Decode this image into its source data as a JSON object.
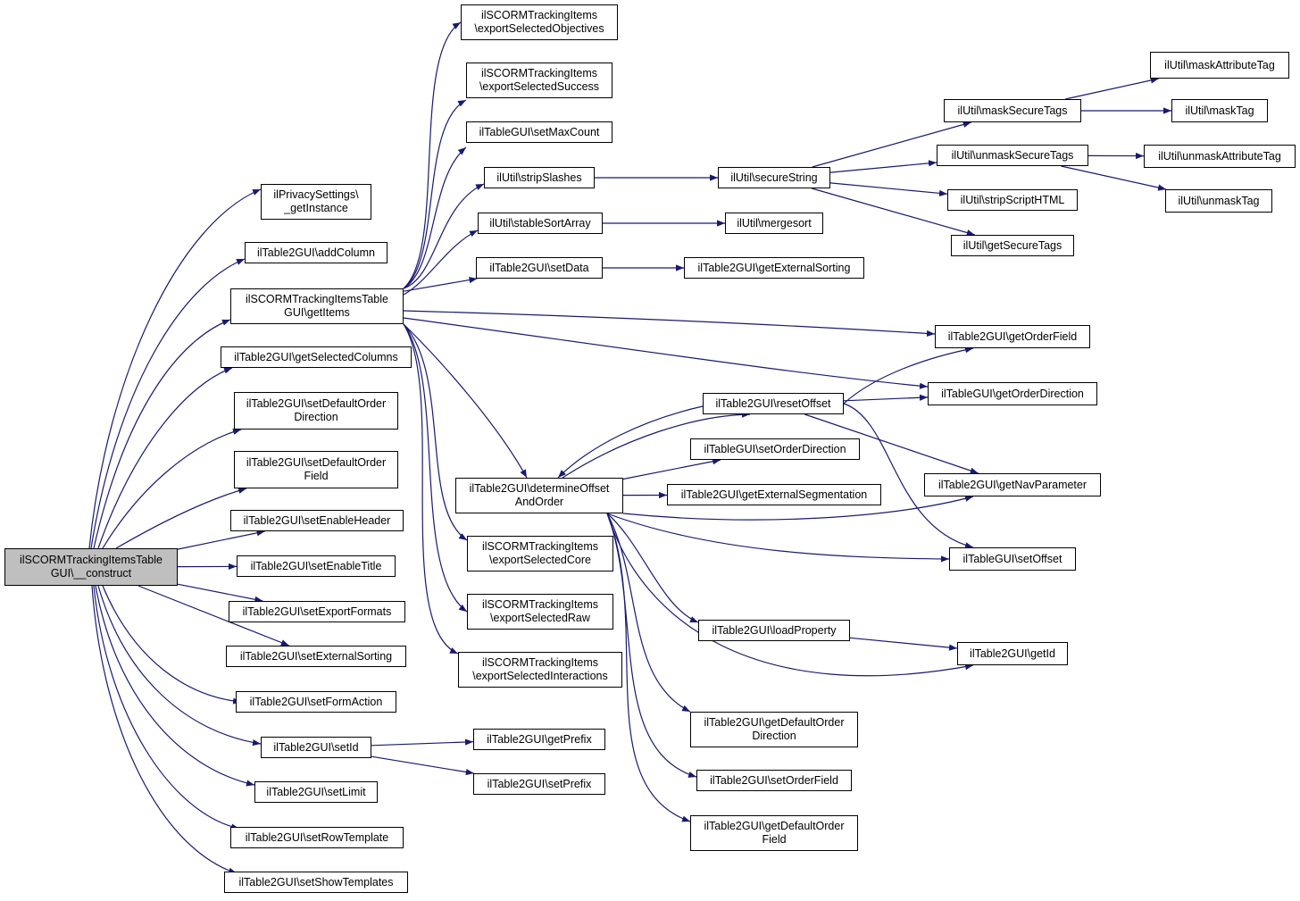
{
  "colors": {
    "edge": "#191970",
    "node_border": "#000000",
    "node_fill": "#ffffff",
    "root_fill": "#bfbfbf"
  },
  "nodes": [
    {
      "id": "construct",
      "label": "ilSCORMTrackingItemsTable\nGUI\\__construct",
      "root": true
    },
    {
      "id": "getInstance",
      "label": "ilPrivacySettings\\\n_getInstance"
    },
    {
      "id": "addColumn",
      "label": "ilTable2GUI\\addColumn"
    },
    {
      "id": "getItems",
      "label": "ilSCORMTrackingItemsTable\nGUI\\getItems"
    },
    {
      "id": "getSelectedColumns",
      "label": "ilTable2GUI\\getSelectedColumns"
    },
    {
      "id": "setDefaultOrderDirection",
      "label": "ilTable2GUI\\setDefaultOrder\nDirection"
    },
    {
      "id": "setDefaultOrderField",
      "label": "ilTable2GUI\\setDefaultOrder\nField"
    },
    {
      "id": "setEnableHeader",
      "label": "ilTable2GUI\\setEnableHeader"
    },
    {
      "id": "setEnableTitle",
      "label": "ilTable2GUI\\setEnableTitle"
    },
    {
      "id": "setExportFormats",
      "label": "ilTable2GUI\\setExportFormats"
    },
    {
      "id": "setExternalSorting",
      "label": "ilTable2GUI\\setExternalSorting"
    },
    {
      "id": "setFormAction",
      "label": "ilTable2GUI\\setFormAction"
    },
    {
      "id": "setId",
      "label": "ilTable2GUI\\setId"
    },
    {
      "id": "setLimit",
      "label": "ilTable2GUI\\setLimit"
    },
    {
      "id": "setRowTemplate",
      "label": "ilTable2GUI\\setRowTemplate"
    },
    {
      "id": "setShowTemplates",
      "label": "ilTable2GUI\\setShowTemplates"
    },
    {
      "id": "exportSelectedObjectives",
      "label": "ilSCORMTrackingItems\n\\exportSelectedObjectives"
    },
    {
      "id": "exportSelectedSuccess",
      "label": "ilSCORMTrackingItems\n\\exportSelectedSuccess"
    },
    {
      "id": "setMaxCount",
      "label": "ilTableGUI\\setMaxCount"
    },
    {
      "id": "stripSlashes",
      "label": "ilUtil\\stripSlashes"
    },
    {
      "id": "stableSortArray",
      "label": "ilUtil\\stableSortArray"
    },
    {
      "id": "setData",
      "label": "ilTable2GUI\\setData"
    },
    {
      "id": "determineOffsetAndOrder",
      "label": "ilTable2GUI\\determineOffset\nAndOrder"
    },
    {
      "id": "exportSelectedCore",
      "label": "ilSCORMTrackingItems\n\\exportSelectedCore"
    },
    {
      "id": "exportSelectedRaw",
      "label": "ilSCORMTrackingItems\n\\exportSelectedRaw"
    },
    {
      "id": "exportSelectedInteractions",
      "label": "ilSCORMTrackingItems\n\\exportSelectedInteractions"
    },
    {
      "id": "getPrefix",
      "label": "ilTable2GUI\\getPrefix"
    },
    {
      "id": "setPrefix",
      "label": "ilTable2GUI\\setPrefix"
    },
    {
      "id": "secureString",
      "label": "ilUtil\\secureString"
    },
    {
      "id": "mergesort",
      "label": "ilUtil\\mergesort"
    },
    {
      "id": "getExternalSorting",
      "label": "ilTable2GUI\\getExternalSorting"
    },
    {
      "id": "resetOffset",
      "label": "ilTable2GUI\\resetOffset"
    },
    {
      "id": "setOrderDirection",
      "label": "ilTableGUI\\setOrderDirection"
    },
    {
      "id": "getExternalSegmentation",
      "label": "ilTable2GUI\\getExternalSegmentation"
    },
    {
      "id": "loadProperty",
      "label": "ilTable2GUI\\loadProperty"
    },
    {
      "id": "getDefaultOrderDirection",
      "label": "ilTable2GUI\\getDefaultOrder\nDirection"
    },
    {
      "id": "setOrderField",
      "label": "ilTable2GUI\\setOrderField"
    },
    {
      "id": "getDefaultOrderField",
      "label": "ilTable2GUI\\getDefaultOrder\nField"
    },
    {
      "id": "maskSecureTags",
      "label": "ilUtil\\maskSecureTags"
    },
    {
      "id": "unmaskSecureTags",
      "label": "ilUtil\\unmaskSecureTags"
    },
    {
      "id": "stripScriptHTML",
      "label": "ilUtil\\stripScriptHTML"
    },
    {
      "id": "getSecureTags",
      "label": "ilUtil\\getSecureTags"
    },
    {
      "id": "getOrderField",
      "label": "ilTable2GUI\\getOrderField"
    },
    {
      "id": "getOrderDirection",
      "label": "ilTableGUI\\getOrderDirection"
    },
    {
      "id": "getNavParameter",
      "label": "ilTable2GUI\\getNavParameter"
    },
    {
      "id": "setOffset",
      "label": "ilTableGUI\\setOffset"
    },
    {
      "id": "getId",
      "label": "ilTable2GUI\\getId"
    },
    {
      "id": "maskAttributeTag",
      "label": "ilUtil\\maskAttributeTag"
    },
    {
      "id": "maskTag",
      "label": "ilUtil\\maskTag"
    },
    {
      "id": "unmaskAttributeTag",
      "label": "ilUtil\\unmaskAttributeTag"
    },
    {
      "id": "unmaskTag",
      "label": "ilUtil\\unmaskTag"
    }
  ],
  "edges": [
    [
      "construct",
      "getInstance"
    ],
    [
      "construct",
      "addColumn"
    ],
    [
      "construct",
      "getItems"
    ],
    [
      "construct",
      "getSelectedColumns"
    ],
    [
      "construct",
      "setDefaultOrderDirection"
    ],
    [
      "construct",
      "setDefaultOrderField"
    ],
    [
      "construct",
      "setEnableHeader"
    ],
    [
      "construct",
      "setEnableTitle"
    ],
    [
      "construct",
      "setExportFormats"
    ],
    [
      "construct",
      "setExternalSorting"
    ],
    [
      "construct",
      "setFormAction"
    ],
    [
      "construct",
      "setId"
    ],
    [
      "construct",
      "setLimit"
    ],
    [
      "construct",
      "setRowTemplate"
    ],
    [
      "construct",
      "setShowTemplates"
    ],
    [
      "getItems",
      "exportSelectedObjectives"
    ],
    [
      "getItems",
      "exportSelectedSuccess"
    ],
    [
      "getItems",
      "setMaxCount"
    ],
    [
      "getItems",
      "stripSlashes"
    ],
    [
      "getItems",
      "stableSortArray"
    ],
    [
      "getItems",
      "setData"
    ],
    [
      "getItems",
      "getOrderField"
    ],
    [
      "getItems",
      "getOrderDirection"
    ],
    [
      "getItems",
      "determineOffsetAndOrder"
    ],
    [
      "getItems",
      "exportSelectedCore"
    ],
    [
      "getItems",
      "exportSelectedRaw"
    ],
    [
      "getItems",
      "exportSelectedInteractions"
    ],
    [
      "setId",
      "getPrefix"
    ],
    [
      "setId",
      "setPrefix"
    ],
    [
      "stripSlashes",
      "secureString"
    ],
    [
      "stableSortArray",
      "mergesort"
    ],
    [
      "setData",
      "getExternalSorting"
    ],
    [
      "secureString",
      "maskSecureTags"
    ],
    [
      "secureString",
      "unmaskSecureTags"
    ],
    [
      "secureString",
      "stripScriptHTML"
    ],
    [
      "secureString",
      "getSecureTags"
    ],
    [
      "maskSecureTags",
      "maskAttributeTag"
    ],
    [
      "maskSecureTags",
      "maskTag"
    ],
    [
      "unmaskSecureTags",
      "unmaskAttributeTag"
    ],
    [
      "unmaskSecureTags",
      "unmaskTag"
    ],
    [
      "determineOffsetAndOrder",
      "resetOffset"
    ],
    [
      "determineOffsetAndOrder",
      "setOrderDirection"
    ],
    [
      "determineOffsetAndOrder",
      "getExternalSegmentation"
    ],
    [
      "determineOffsetAndOrder",
      "getNavParameter"
    ],
    [
      "determineOffsetAndOrder",
      "setOffset"
    ],
    [
      "determineOffsetAndOrder",
      "loadProperty"
    ],
    [
      "determineOffsetAndOrder",
      "getId"
    ],
    [
      "determineOffsetAndOrder",
      "getDefaultOrderDirection"
    ],
    [
      "determineOffsetAndOrder",
      "setOrderField"
    ],
    [
      "determineOffsetAndOrder",
      "getDefaultOrderField"
    ],
    [
      "resetOffset",
      "determineOffsetAndOrder"
    ],
    [
      "resetOffset",
      "getOrderField"
    ],
    [
      "resetOffset",
      "getOrderDirection"
    ],
    [
      "resetOffset",
      "getNavParameter"
    ],
    [
      "resetOffset",
      "setOffset"
    ],
    [
      "loadProperty",
      "getId"
    ]
  ]
}
